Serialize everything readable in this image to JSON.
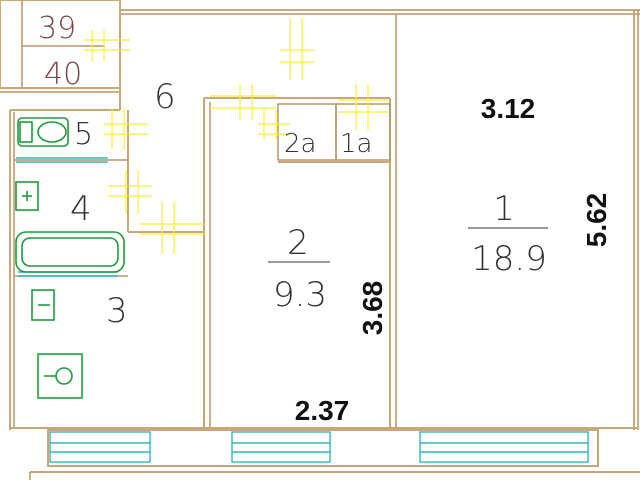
{
  "neighbors": {
    "top": "39",
    "bottom": "40"
  },
  "rooms": [
    {
      "num": "1",
      "area": "18.9"
    },
    {
      "num": "2",
      "area": "9.3"
    },
    {
      "num": "2a",
      "area": ""
    },
    {
      "num": "1a",
      "area": ""
    },
    {
      "num": "3",
      "area": ""
    },
    {
      "num": "4",
      "area": ""
    },
    {
      "num": "5",
      "area": ""
    },
    {
      "num": "6",
      "area": ""
    }
  ],
  "dimensions": {
    "room1_width": "3.12",
    "room1_length": "5.62",
    "room2_width": "2.37",
    "room2_length": "3.68"
  },
  "colors": {
    "wall": "#c9a777",
    "window": "#32b9b9",
    "door_marker": "#f2f230",
    "fixture": "#1f9a3a",
    "text": "#333333"
  }
}
